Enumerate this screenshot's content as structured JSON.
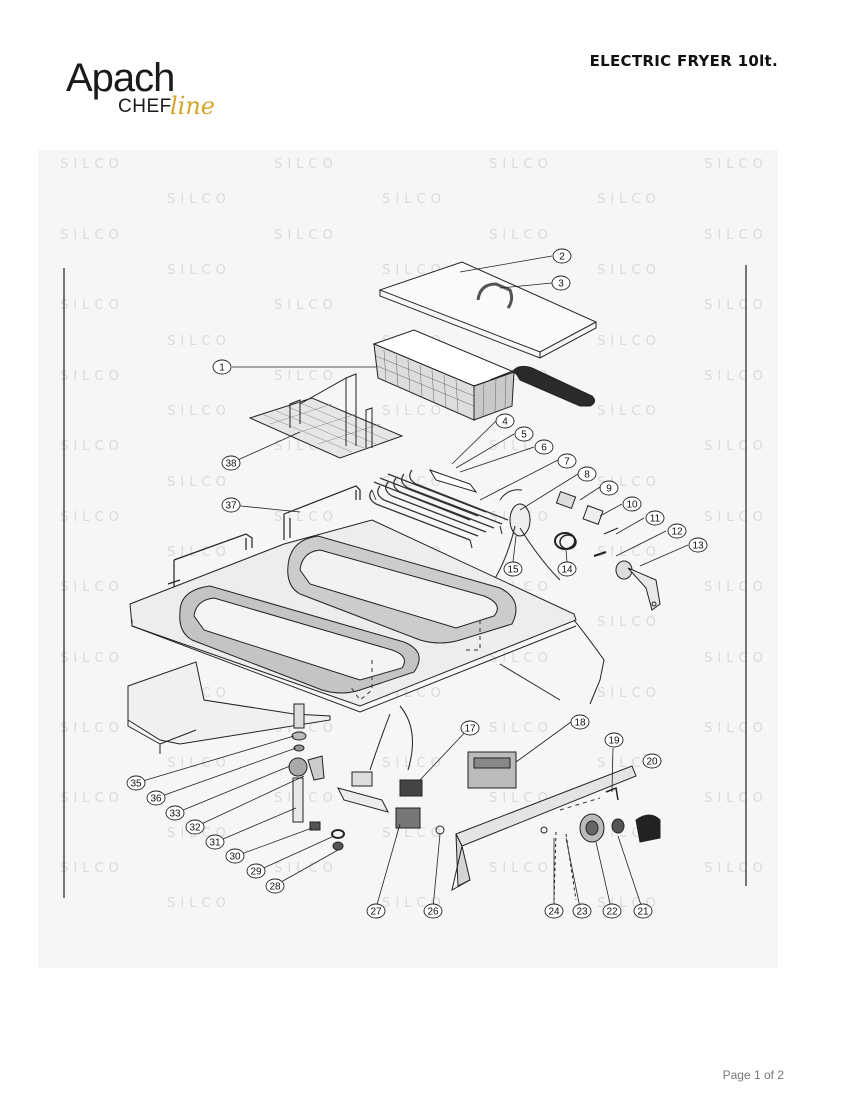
{
  "header": {
    "brand_primary": "Apach",
    "brand_secondary": "CHEF",
    "brand_script": "line",
    "title": "ELECTRIC FRYER 10lt."
  },
  "watermark": "SILCO",
  "callouts": [
    "1",
    "2",
    "3",
    "4",
    "5",
    "6",
    "7",
    "8",
    "9",
    "10",
    "11",
    "12",
    "13",
    "14",
    "15",
    "17",
    "18",
    "19",
    "20",
    "21",
    "22",
    "23",
    "24",
    "26",
    "27",
    "28",
    "29",
    "30",
    "31",
    "32",
    "33",
    "35",
    "36",
    "37",
    "38"
  ],
  "footer": {
    "page": "Page 1 of 2"
  },
  "colors": {
    "brand_accent": "#d4a52a",
    "text": "#111111"
  }
}
